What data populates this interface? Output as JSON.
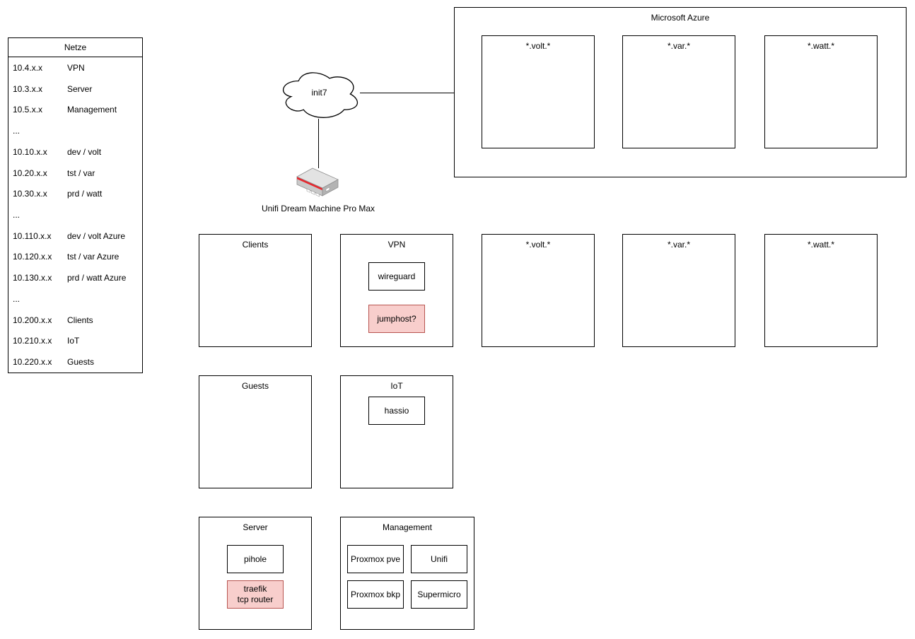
{
  "colors": {
    "stroke": "#000000",
    "pink_fill": "#f8cecc",
    "pink_stroke": "#b85450",
    "router_red": "#e8262d",
    "router_top": "#e3e3e3",
    "router_front": "#c9c9c9",
    "router_side": "#b3b3b3"
  },
  "netze": {
    "title": "Netze",
    "rows": [
      {
        "ip": "10.4.x.x",
        "name": "VPN"
      },
      {
        "ip": "10.3.x.x",
        "name": "Server"
      },
      {
        "ip": "10.5.x.x",
        "name": "Management"
      },
      {
        "ip": "...",
        "name": ""
      },
      {
        "ip": "10.10.x.x",
        "name": "dev / volt"
      },
      {
        "ip": "10.20.x.x",
        "name": "tst / var"
      },
      {
        "ip": "10.30.x.x",
        "name": "prd / watt"
      },
      {
        "ip": "...",
        "name": ""
      },
      {
        "ip": "10.110.x.x",
        "name": "dev / volt Azure"
      },
      {
        "ip": "10.120.x.x",
        "name": "tst / var Azure"
      },
      {
        "ip": "10.130.x.x",
        "name": "prd / watt Azure"
      },
      {
        "ip": "...",
        "name": ""
      },
      {
        "ip": "10.200.x.x",
        "name": "Clients"
      },
      {
        "ip": "10.210.x.x",
        "name": "IoT"
      },
      {
        "ip": "10.220.x.x",
        "name": "Guests"
      }
    ]
  },
  "wan": {
    "cloud_label": "init7",
    "router_label": "Unifi Dream Machine Pro Max"
  },
  "azure": {
    "title": "Microsoft Azure",
    "zones": [
      "*.volt.*",
      "*.var.*",
      "*.watt.*"
    ]
  },
  "networks": {
    "clients": {
      "title": "Clients"
    },
    "vpn": {
      "title": "VPN",
      "wireguard": "wireguard",
      "jumphost": "jumphost?"
    },
    "volt": {
      "title": "*.volt.*"
    },
    "var": {
      "title": "*.var.*"
    },
    "watt": {
      "title": "*.watt.*"
    },
    "guests": {
      "title": "Guests"
    },
    "iot": {
      "title": "IoT",
      "hassio": "hassio"
    },
    "server": {
      "title": "Server",
      "pihole": "pihole",
      "traefik": "traefik\ntcp router"
    },
    "management": {
      "title": "Management",
      "pve": "Proxmox pve",
      "unifi": "Unifi",
      "bkp": "Proxmox bkp",
      "supermicro": "Supermicro"
    }
  }
}
